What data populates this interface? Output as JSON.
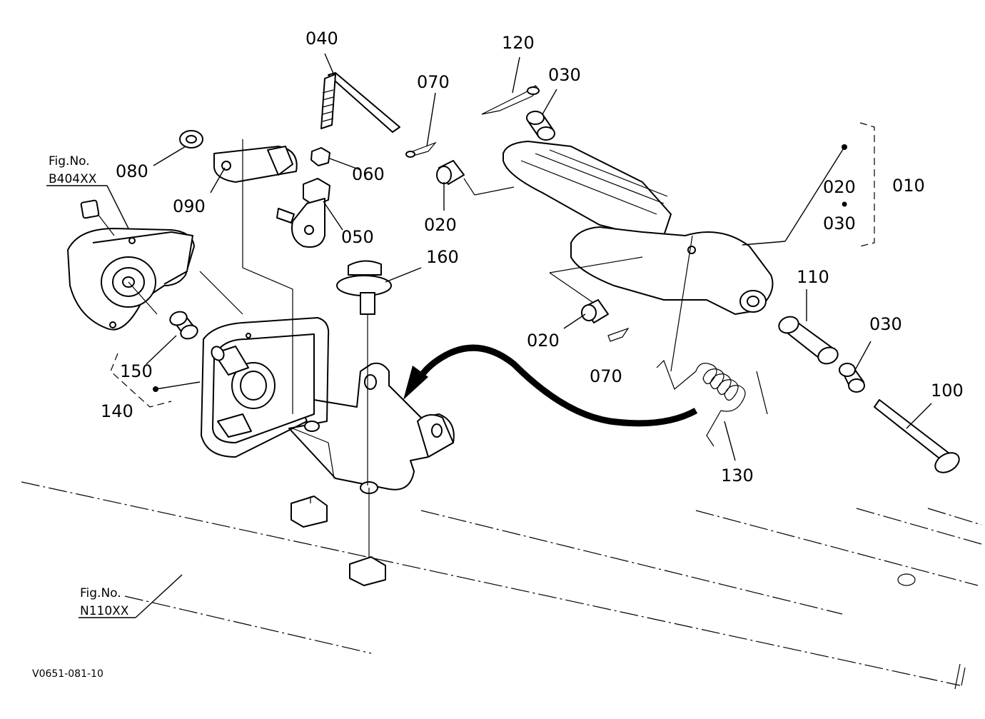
{
  "labels": {
    "p040": "040",
    "p120": "120",
    "p070a": "070",
    "p030a": "030",
    "p080": "080",
    "p060": "060",
    "p090": "090",
    "p020a": "020",
    "p050": "050",
    "p160": "160",
    "p010": "010",
    "p020b": "020",
    "p030b": "030",
    "p020c": "020",
    "p070b": "070",
    "p110": "110",
    "p030c": "030",
    "p100": "100",
    "p150": "150",
    "p140": "140",
    "p130": "130",
    "bullet": "•"
  },
  "refs": {
    "ref1_line1": "Fig.No.",
    "ref1_line2": "B404XX",
    "ref2_line1": "Fig.No.",
    "ref2_line2": "N110XX"
  },
  "drawing_code": "V0651-081-10"
}
